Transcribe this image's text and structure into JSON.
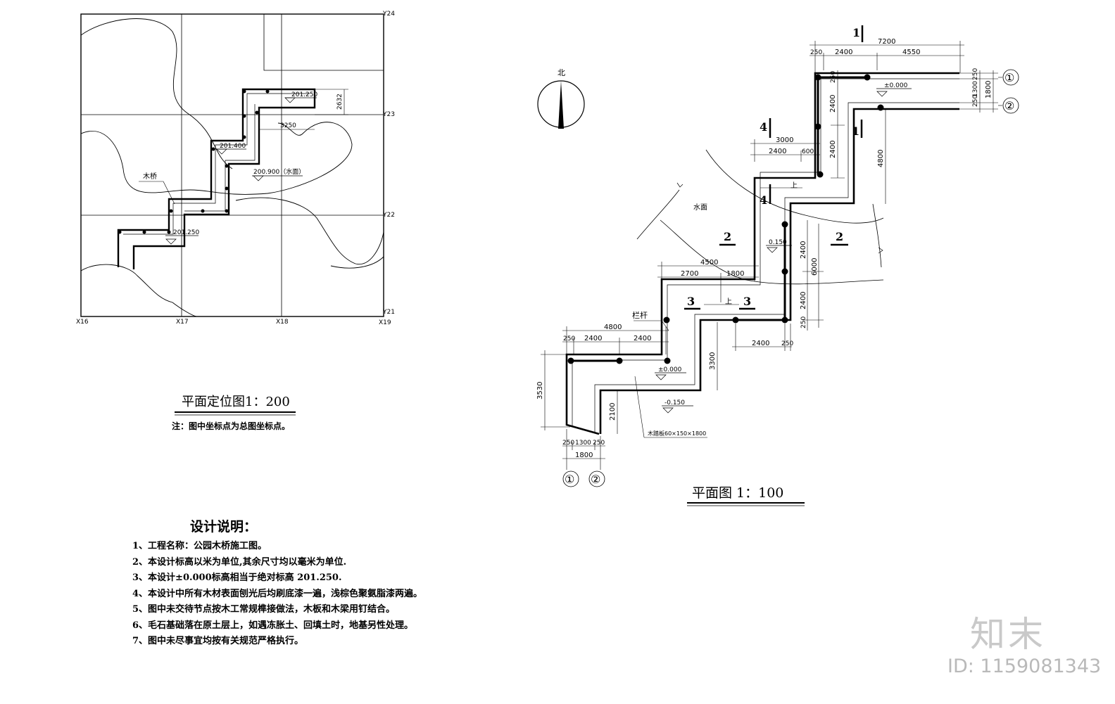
{
  "site_plan": {
    "title": "平面定位图1：200",
    "note": "注：图中坐标点为总图坐标点。",
    "grid_x": [
      "X16",
      "X17",
      "X18",
      "X19"
    ],
    "grid_y": [
      "Y24",
      "Y23",
      "Y22",
      "Y21"
    ],
    "elev_top": "201.250",
    "elev_mid": "201.400",
    "elev_water": "200.900（水面）",
    "elev_bottom": "201.250",
    "dim_2632": "2632",
    "dim_3250": "3250",
    "bridge_label": "木桥"
  },
  "plan": {
    "title": "平面图 1：100",
    "north": "北",
    "water": "水面",
    "railing": "栏杆",
    "up1": "上",
    "up2": "上",
    "elev_top": "±0.000",
    "elev_mid": "0.150",
    "elev_low": "-0.150",
    "elev_bottom": "±0.000",
    "board_note": "木踏板60×150×1800",
    "axis_1": "①",
    "axis_2": "②",
    "sections": [
      "1",
      "1",
      "2",
      "2",
      "3",
      "3",
      "4",
      "4"
    ],
    "dims": {
      "d7200": "7200",
      "d250a": "250",
      "d2400a": "2400",
      "d4550": "4550",
      "d250r1": "250",
      "d1300r": "1300",
      "d250r2": "250",
      "d1800r": "1800",
      "d250v": "250",
      "d2400v1": "2400",
      "d2400v2": "2400",
      "d4800v": "4800",
      "d3000": "3000",
      "d2400b": "2400",
      "d600": "600",
      "d2400v3": "2400",
      "d6000": "6000",
      "d2400v4": "2400",
      "d250v2": "250",
      "d4500": "4500",
      "d2700": "2700",
      "d1800": "1800",
      "d2400c": "2400",
      "d250c": "250",
      "d4800": "4800",
      "d250d": "250",
      "d2400d1": "2400",
      "d2400d2": "2400",
      "d3530": "3530",
      "d3300": "3300",
      "d2100": "2100",
      "d250e1": "250",
      "d1300e": "1300",
      "d250e2": "250",
      "d1800e": "1800"
    }
  },
  "design_notes": {
    "title": "设计说明：",
    "items": [
      "1、工程名称：公园木桥施工图。",
      "2、本设计标高以米为单位,其余尺寸均以毫米为单位.",
      "3、本设计±0.000标高相当于绝对标高 201.250.",
      "4、本设计中所有木材表面刨光后均刷底漆一遍，浅棕色聚氨脂漆两遍。",
      "5、图中未交待节点按木工常规榫接做法，木板和木梁用钉结合。",
      "6、毛石基础落在原土层上，如遇冻胀土、回填土时，地基另性处理。",
      "7、图中未尽事宜均按有关规范严格执行。"
    ]
  },
  "watermark": {
    "logo": "知末",
    "id": "ID: 1159081343"
  }
}
